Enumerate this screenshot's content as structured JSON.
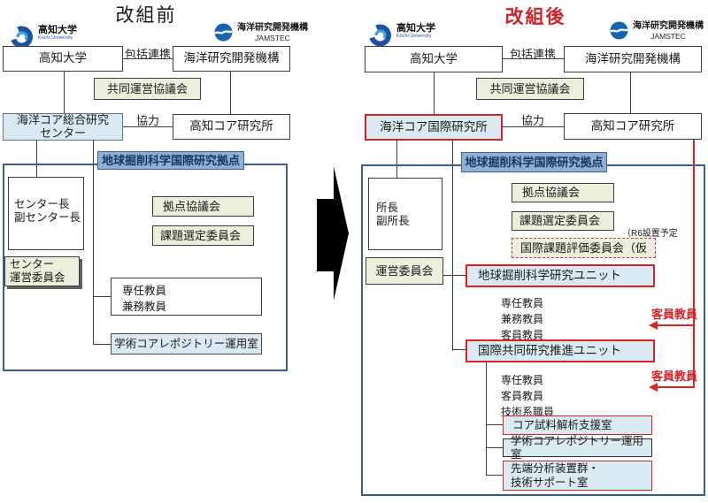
{
  "logos": {
    "kochi": {
      "title": "高知大学",
      "subtitle": "Kochi University"
    },
    "jamstec": {
      "title": "海洋研究開発機構",
      "subtitle": "JAMSTEC"
    }
  },
  "colors": {
    "frame_blue": "#365f91",
    "header_blue": "#8fafd9",
    "light_blue": "#daeaf3",
    "light_green": "#ebefdc",
    "accent_red": "#dd2222"
  },
  "left": {
    "title": "改組前",
    "labels": {
      "partnership": "包括連携",
      "cooperation": "協力"
    },
    "boxes": {
      "university": "高知大学",
      "jamstec": "海洋研究開発機構",
      "joint_council": "共同運営協議会",
      "core_center": "海洋コア総合研究\nセンター",
      "kochi_core": "高知コア研究所",
      "hub_header": "地球掘削科学国際研究拠点",
      "director": "センター長\n副センター長",
      "steering": "センター\n運営委員会",
      "hub_council": "拠点協議会",
      "topic_committee": "課題選定委員会",
      "faculty": "専任教員\n兼務教員",
      "repository": "学術コアレポジトリー運用室"
    }
  },
  "right": {
    "title": "改組後",
    "labels": {
      "partnership": "包括連携",
      "cooperation": "協力",
      "r6_note": "（R6設置予定",
      "staff_drilling": "専任教員\n兼務教員\n客員教員",
      "staff_intl": "専任教員\n客員教員\n技術系職員",
      "visiting1": "客員教員",
      "visiting2": "客員教員"
    },
    "boxes": {
      "university": "高知大学",
      "jamstec": "海洋研究開発機構",
      "joint_council": "共同運営協議会",
      "core_institute": "海洋コア国際研究所",
      "kochi_core": "高知コア研究所",
      "hub_header": "地球掘削科学国際研究拠点",
      "director": "所長\n副所長",
      "steering": "運営委員会",
      "hub_council": "拠点協議会",
      "topic_committee": "課題選定委員会",
      "intl_eval_committee": "国際課題評価委員会（仮",
      "drilling_unit": "地球掘削科学研究ユニット",
      "intl_unit": "国際共同研究推進ユニット",
      "core_support": "コア試料解析支援室",
      "repository": "学術コアレポジトリー運用室",
      "advanced_analysis": "先端分析装置群・\n技術サポート室"
    }
  }
}
